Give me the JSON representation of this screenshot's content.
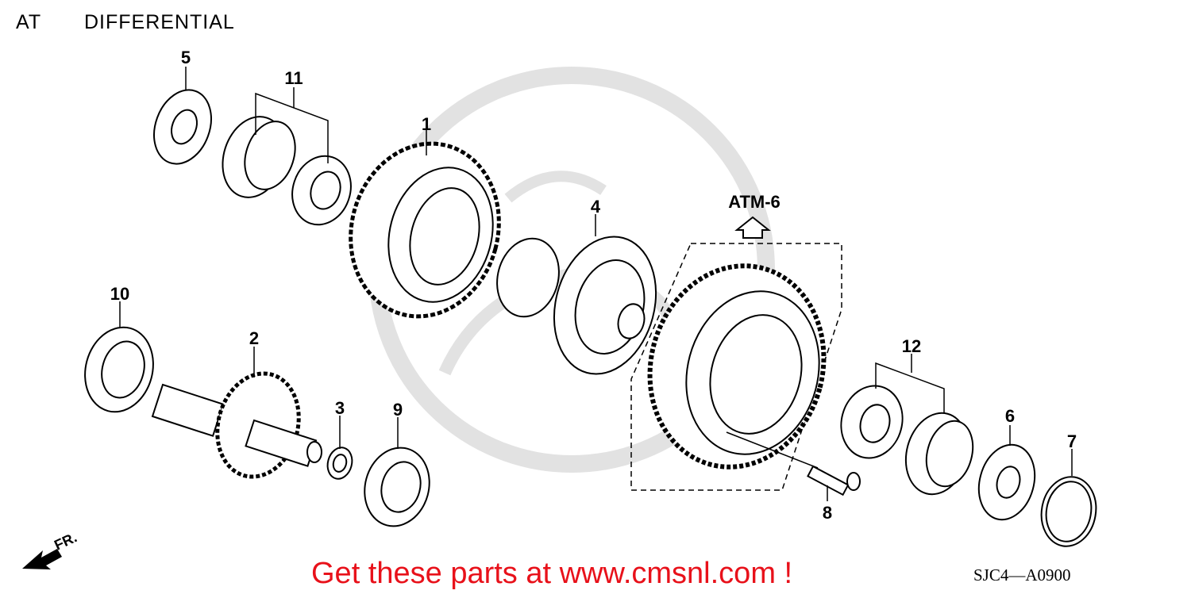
{
  "header": {
    "section": "AT",
    "title": "DIFFERENTIAL"
  },
  "callouts": {
    "c1": "1",
    "c2": "2",
    "c3": "3",
    "c4": "4",
    "c5": "5",
    "c6": "6",
    "c7": "7",
    "c8": "8",
    "c9": "9",
    "c10": "10",
    "c11": "11",
    "c12": "12"
  },
  "reference": "ATM-6",
  "direction": "FR.",
  "footer": {
    "link": "Get these parts at www.cmsnl.com !",
    "code": "SJC4—A0900"
  },
  "colors": {
    "ink": "#000000",
    "link": "#e8111a",
    "watermark": "#e2e2e2"
  }
}
